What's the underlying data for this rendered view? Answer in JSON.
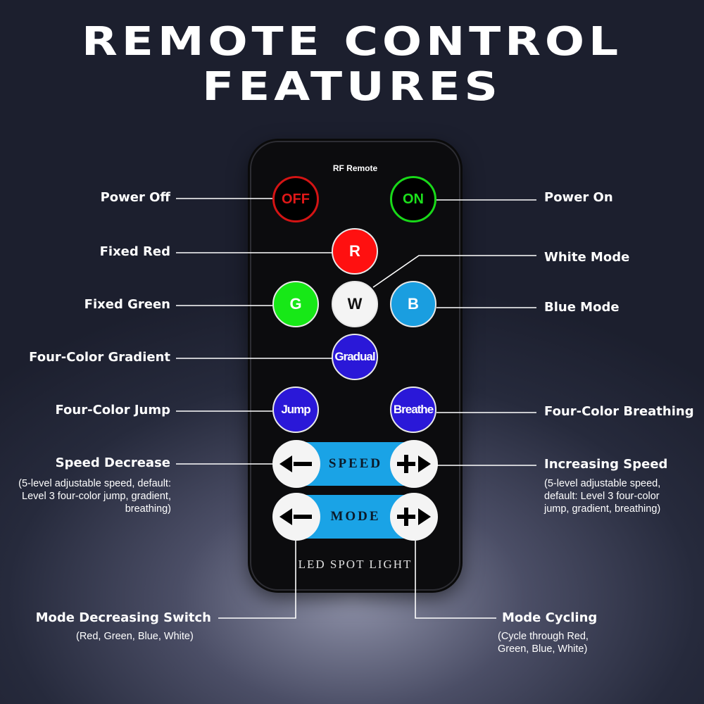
{
  "title": {
    "line1": "REMOTE CONTROL",
    "line2": "FEATURES"
  },
  "remote": {
    "label": "RF Remote",
    "brand": "LED SPOT LIGHT",
    "buttons": {
      "off": "OFF",
      "on": "ON",
      "red": "R",
      "green": "G",
      "white": "W",
      "blue": "B",
      "gradual": "Gradual",
      "jump": "Jump",
      "breathe": "Breathe"
    },
    "speed_strip": "SPEED",
    "mode_strip": "MODE",
    "colors": {
      "off_ring": "#d41414",
      "on_ring": "#19d919",
      "red": "#ff1010",
      "green": "#17e817",
      "blue": "#1a9ee0",
      "purple_blue": "#2a18d8",
      "strip": "#1aa3e6"
    },
    "icons": [
      "left-arrow-minus-icon",
      "plus-right-arrow-icon"
    ]
  },
  "callouts": {
    "power_off": "Power Off",
    "fixed_red": "Fixed Red",
    "fixed_green": "Fixed Green",
    "four_color_gradient": "Four-Color Gradient",
    "four_color_jump": "Four-Color Jump",
    "speed_decrease": "Speed Decrease",
    "speed_decrease_note": "(5-level adjustable speed, default: Level 3 four-color jump, gradient, breathing)",
    "power_on": "Power On",
    "white_mode": "White Mode",
    "blue_mode": "Blue Mode",
    "four_color_breathing": "Four-Color Breathing",
    "increasing_speed": "Increasing Speed",
    "increasing_speed_note": "(5-level adjustable speed, default: Level 3 four-color jump, gradient, breathing)",
    "mode_decreasing_switch": "Mode Decreasing Switch",
    "mode_decreasing_note": "(Red, Green, Blue, White)",
    "mode_cycling": "Mode Cycling",
    "mode_cycling_note": "(Cycle through Red, Green, Blue, White)"
  }
}
